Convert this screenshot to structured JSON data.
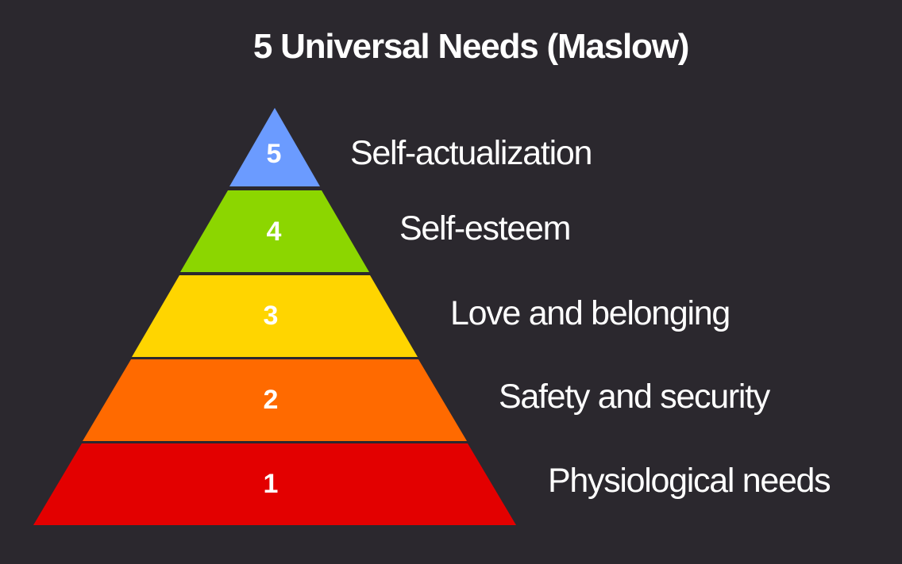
{
  "title": "5 Universal Needs (Maslow)",
  "levels": [
    {
      "number": "5",
      "label": "Self-actualization",
      "color": "#6b9bff"
    },
    {
      "number": "4",
      "label": "Self-esteem",
      "color": "#8cd600"
    },
    {
      "number": "3",
      "label": "Love and belonging",
      "color": "#ffd500"
    },
    {
      "number": "2",
      "label": "Safety and security",
      "color": "#ff6a00"
    },
    {
      "number": "1",
      "label": "Physiological needs",
      "color": "#e30000"
    }
  ],
  "colors": {
    "background": "#2b282e",
    "text": "#ffffff"
  }
}
